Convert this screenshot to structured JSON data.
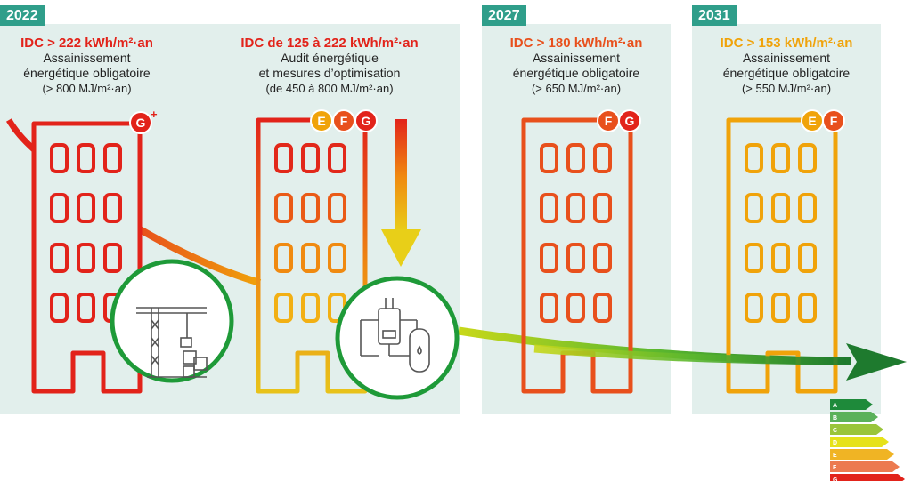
{
  "years": [
    "2022",
    "2027",
    "2031"
  ],
  "columns": [
    {
      "idc": "IDC > 222 kWh/m²·an",
      "line1": "Assainissement",
      "line2": "énergétique obligatoire",
      "sub": "(> 800 MJ/m²·an)",
      "color": "#e2231a"
    },
    {
      "idc": "IDC de 125 à 222 kWh/m²·an",
      "line1": "Audit énergétique",
      "line2": "et mesures d’optimisation",
      "sub": "(de 450 à 800 MJ/m²·an)",
      "color": "#e2231a"
    },
    {
      "idc": "IDC > 180 kWh/m²·an",
      "line1": "Assainissement",
      "line2": "énergétique obligatoire",
      "sub": "(> 650 MJ/m²·an)",
      "color": "#e8501c"
    },
    {
      "idc": "IDC > 153 kWh/m²·an",
      "line1": "Assainissement",
      "line2": "énergétique obligatoire",
      "sub": "(> 550 MJ/m²·an)",
      "color": "#f0a30a"
    }
  ],
  "badges": {
    "b1": [
      "G+"
    ],
    "b2": [
      "E",
      "F",
      "G"
    ],
    "b3": [
      "F",
      "G"
    ],
    "b4": [
      "E",
      "F"
    ]
  },
  "energy_labels": [
    "A",
    "B",
    "C",
    "D",
    "E",
    "F",
    "G"
  ],
  "colors": {
    "panel": "#e2efec",
    "year_tab": "#2f9e8a",
    "circle_green": "#1e9a38",
    "arrow_dark_green": "#1e7a2e"
  }
}
